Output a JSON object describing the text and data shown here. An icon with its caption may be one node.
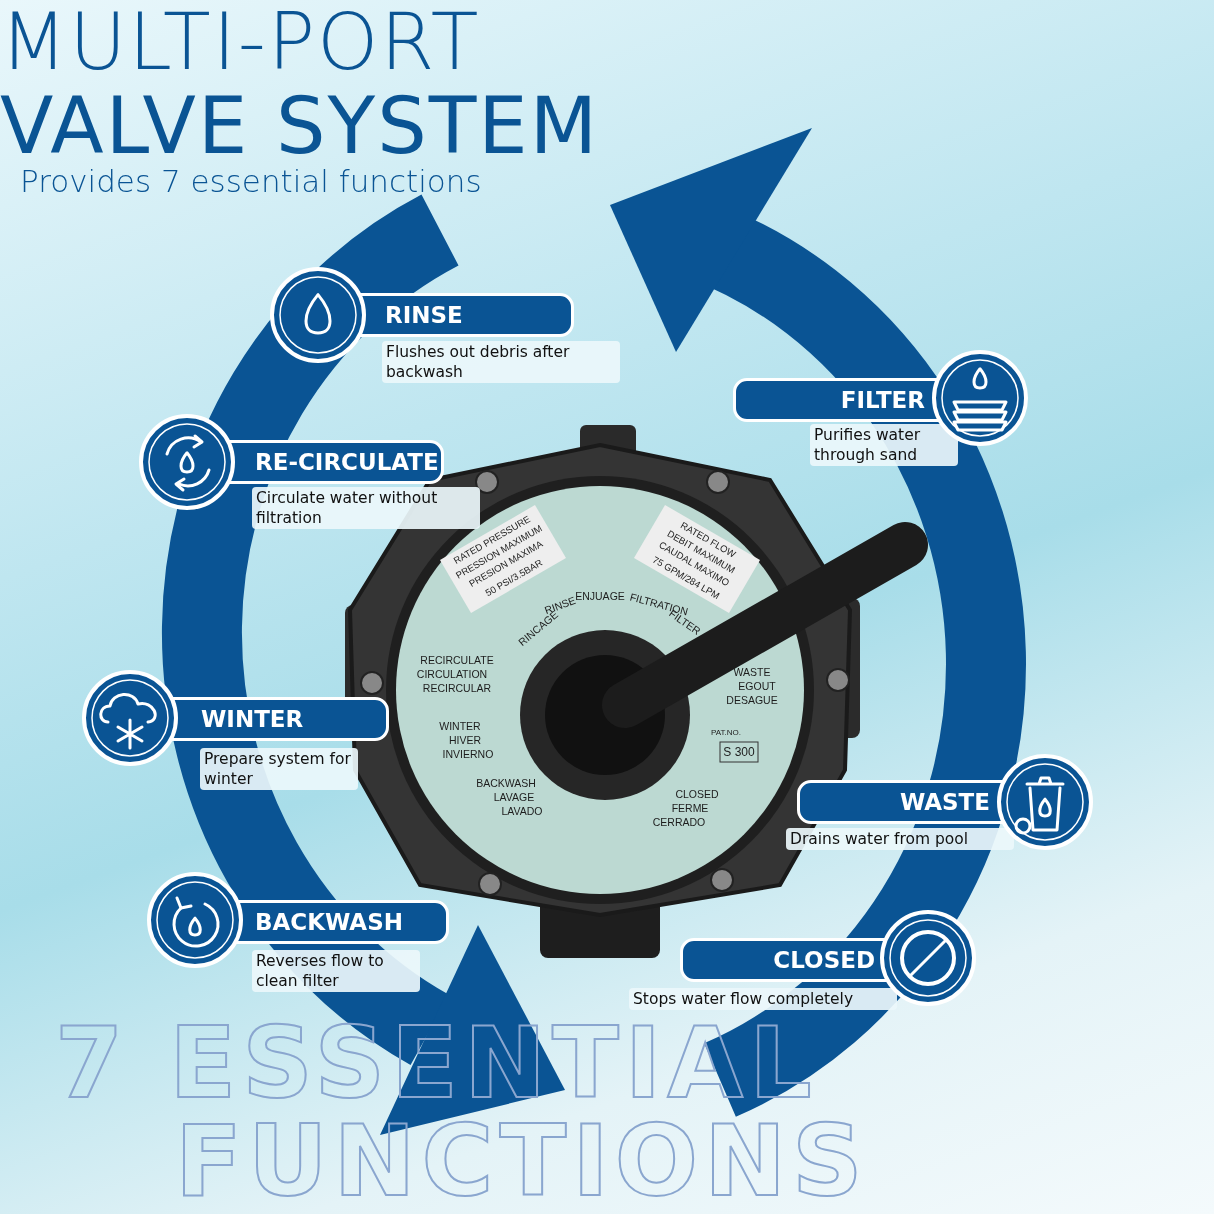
{
  "diagram": {
    "title": "MULTI-PORT **VALVE SYSTEM**",
    "nodes": [
      {
        "text": [
          "RINSE",
          "Flushes out debris after backwash"
        ]
      },
      {
        "text": [
          "FILTER",
          "Purifies water through sand"
        ]
      },
      {
        "text": [
          "RE-CIRCULATE",
          "Circulate water without filtration"
        ]
      },
      {
        "text": [
          "WINTER",
          "Prepare system for winter"
        ]
      },
      {
        "text": [
          "WASTE",
          "Drains water from pool"
        ]
      },
      {
        "text": [
          "BACKWASH",
          "Reverses flow to clean filter"
        ]
      },
      {
        "text": [
          "CLOSED",
          "Stops water flow completely"
        ]
      }
    ],
    "labels": [
      "Provides 7 essential functions",
      "RATED PRESSURE",
      "PRESSION MAXIMUM",
      "PRESION MAXIMA",
      "50 PSI/3.5BAR",
      "RATED FLOW",
      "DEBIT MAXIMUM",
      "CAUDAL MAXIMO",
      "75 GPM/284 LPM",
      "RINSE",
      "ENJUAGE",
      "FILTRATION",
      "FILTER",
      "RINCAGE",
      "RECIRCULATE",
      "CIRCULATION",
      "RECIRCULAR",
      "WASTE",
      "EGOUT",
      "DESAGUE",
      "WINTER",
      "HIVER",
      "INVIERNO",
      "PAT.NO.",
      "S 300",
      "BACKWASH",
      "LAVAGE",
      "LAVADO",
      "CLOSED",
      "FERME",
      "CERRADO",
      "7 ESSENTIAL",
      "FUNCTIONS"
    ]
  }
}
